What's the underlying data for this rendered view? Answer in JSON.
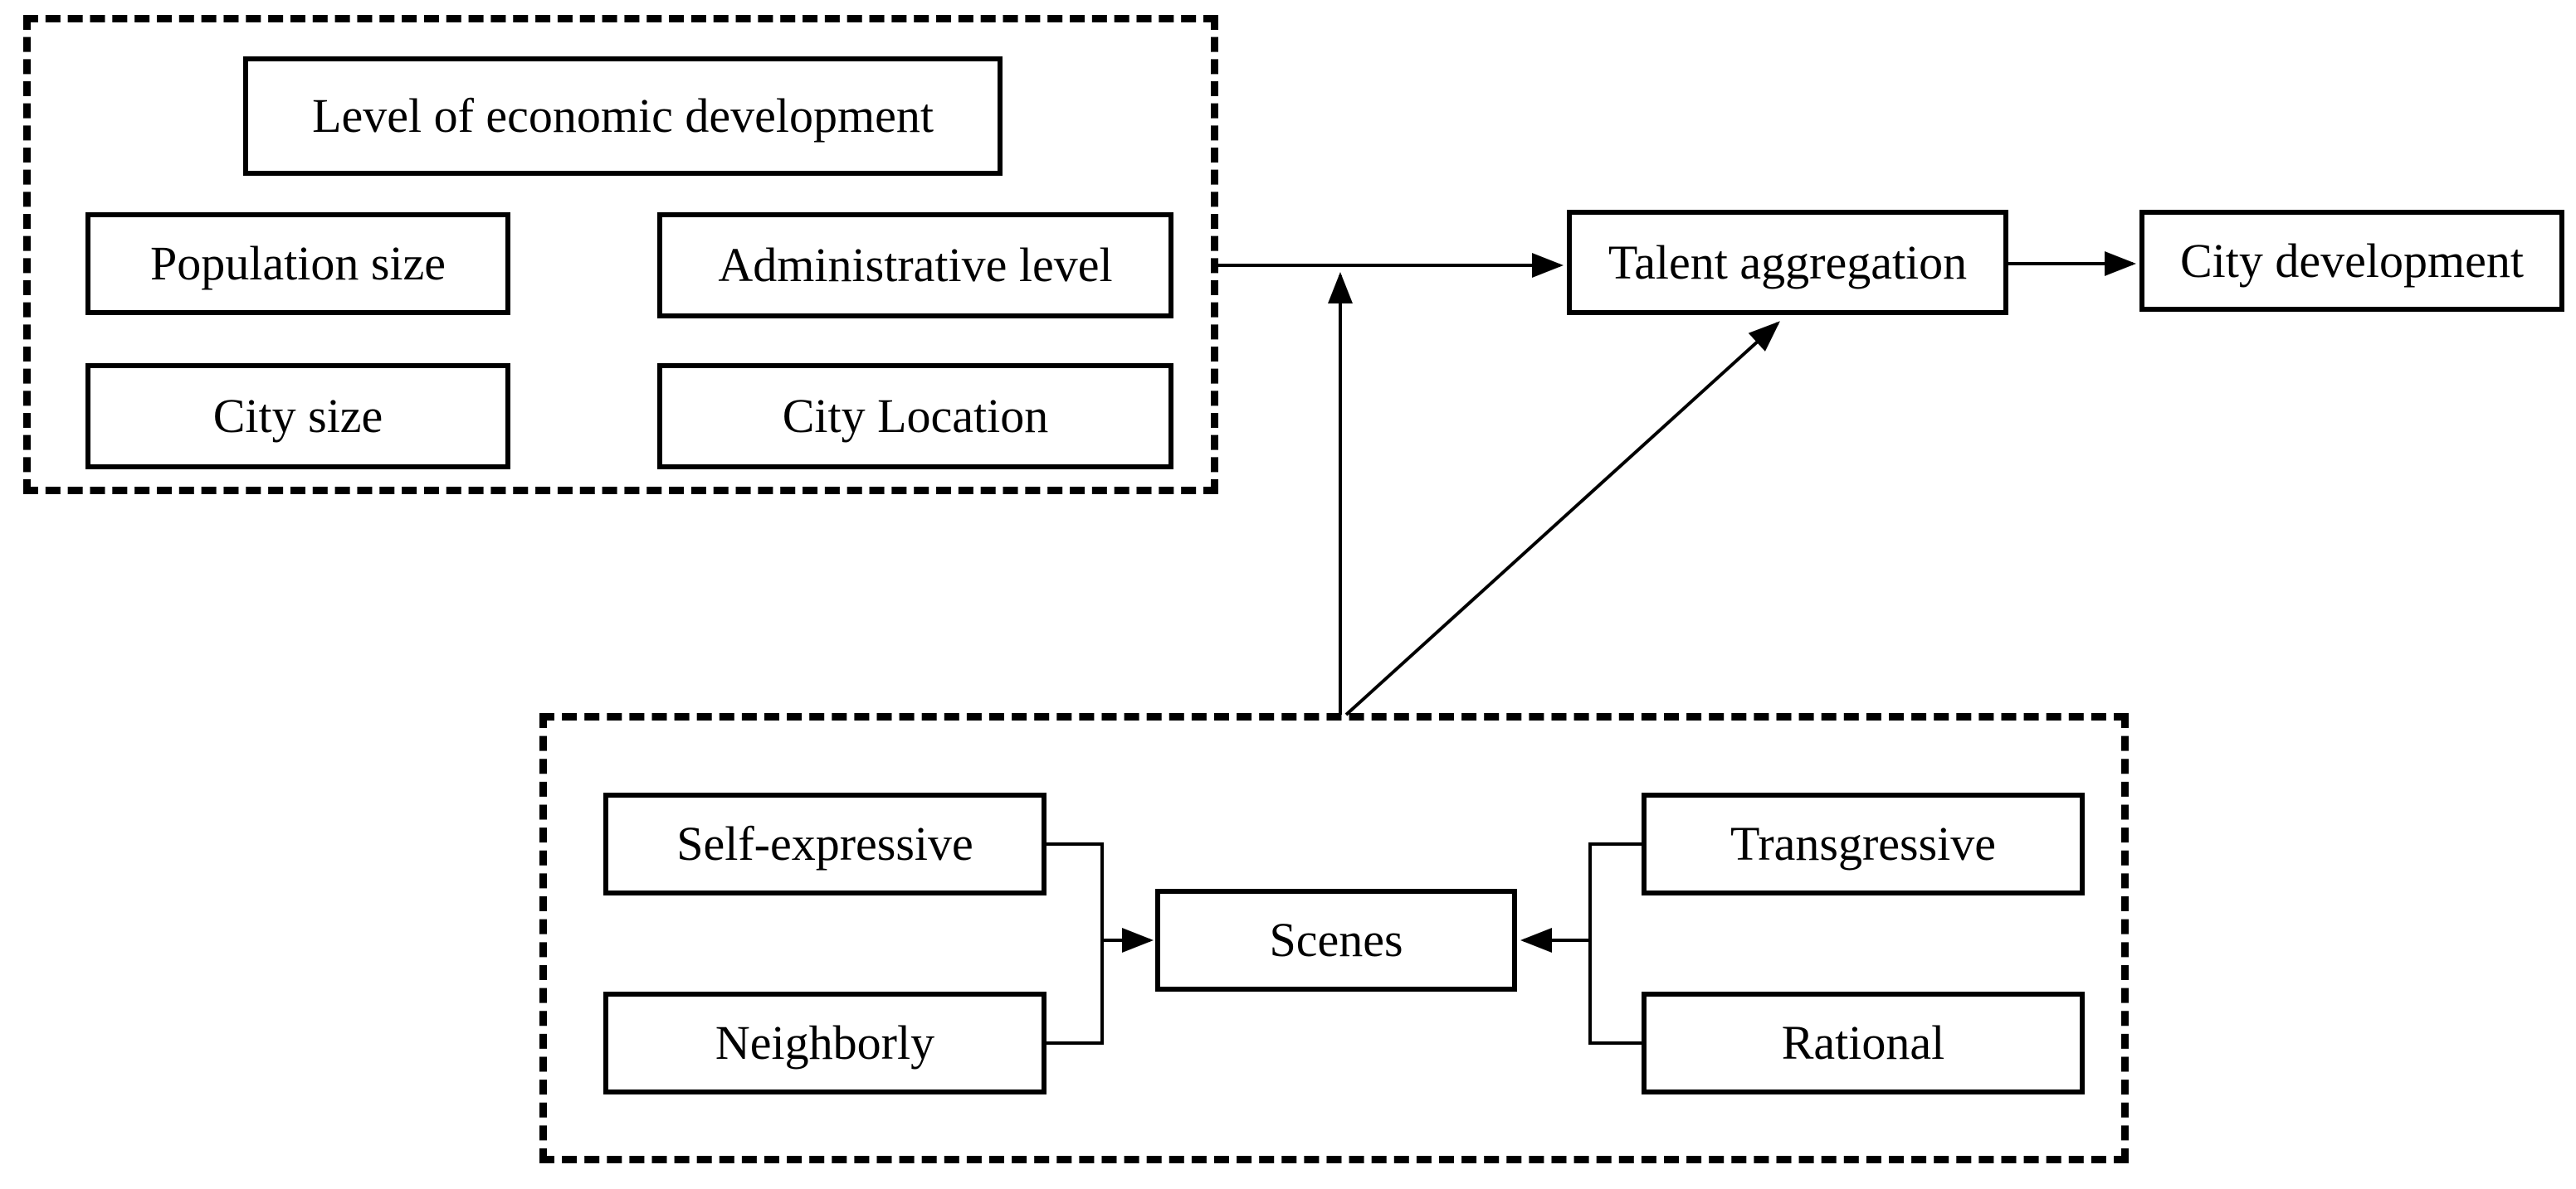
{
  "diagram": {
    "background_color": "#ffffff",
    "line_color": "#000000",
    "nodes": {
      "level": {
        "label": "Level of economic development"
      },
      "population": {
        "label": "Population size"
      },
      "admin": {
        "label": "Administrative level"
      },
      "city_size": {
        "label": "City size"
      },
      "city_location": {
        "label": "City Location"
      },
      "talent": {
        "label": "Talent aggregation"
      },
      "city_dev": {
        "label": "City development"
      },
      "self_expressive": {
        "label": "Self-expressive"
      },
      "neighborly": {
        "label": "Neighborly"
      },
      "scenes": {
        "label": "Scenes"
      },
      "transgressive": {
        "label": "Transgressive"
      },
      "rational": {
        "label": "Rational"
      }
    },
    "groups": {
      "city_attributes": {
        "style": "dashed",
        "members": [
          "level",
          "population",
          "admin",
          "city_size",
          "city_location"
        ]
      },
      "scenes_group": {
        "style": "dashed",
        "members": [
          "self_expressive",
          "neighborly",
          "scenes",
          "transgressive",
          "rational"
        ]
      }
    },
    "edges": [
      {
        "from": "group:city_attributes",
        "to": "talent",
        "arrow": true,
        "shape": "horizontal"
      },
      {
        "from": "talent",
        "to": "city_dev",
        "arrow": true,
        "shape": "horizontal"
      },
      {
        "from": "group:scenes_group",
        "to": "edge:city_attributes->talent",
        "arrow": true,
        "shape": "vertical"
      },
      {
        "from": "group:scenes_group",
        "to": "talent",
        "arrow": true,
        "shape": "diagonal"
      },
      {
        "from": "self_expressive",
        "to": "scenes",
        "arrow": true,
        "shape": "elbow-bracket"
      },
      {
        "from": "neighborly",
        "to": "scenes",
        "arrow": true,
        "shape": "elbow-bracket"
      },
      {
        "from": "transgressive",
        "to": "scenes",
        "arrow": true,
        "shape": "elbow-bracket"
      },
      {
        "from": "rational",
        "to": "scenes",
        "arrow": true,
        "shape": "elbow-bracket"
      }
    ]
  }
}
